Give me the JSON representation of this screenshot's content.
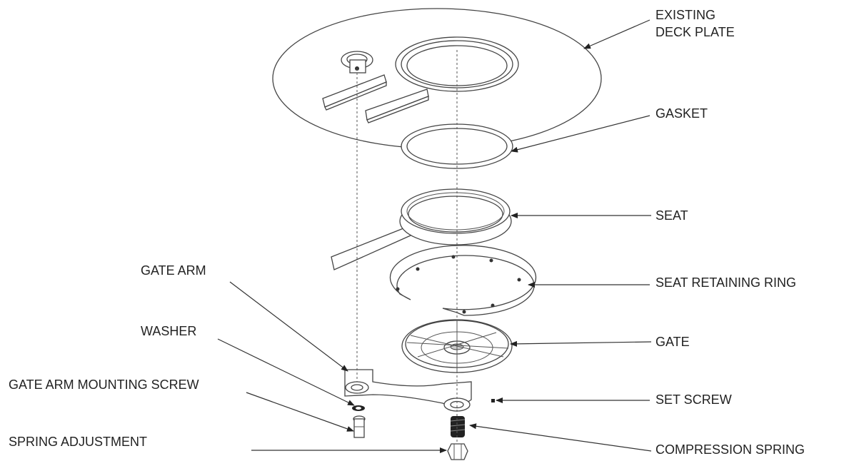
{
  "diagram": {
    "labels": {
      "existing_deck_plate_1": "EXISTING",
      "existing_deck_plate_2": "DECK PLATE",
      "gasket": "GASKET",
      "seat": "SEAT",
      "seat_retaining_ring": "SEAT RETAINING RING",
      "gate": "GATE",
      "set_screw": "SET SCREW",
      "compression_spring": "COMPRESSION SPRING",
      "gate_arm": "GATE ARM",
      "washer": "WASHER",
      "gate_arm_mounting_screw": "GATE ARM MOUNTING SCREW",
      "spring_adjustment": "SPRING ADJUSTMENT"
    }
  }
}
